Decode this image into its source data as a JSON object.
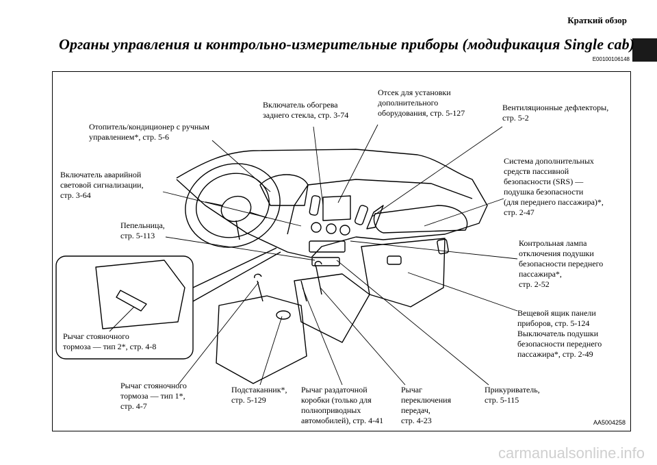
{
  "header": {
    "section": "Краткий обзор"
  },
  "title": "Органы управления и контрольно-измерительные приборы (модификация Single cab)",
  "doc_code": "E00100106148",
  "figure_code": "AA5004258",
  "watermark": "carmanualsonline.info",
  "labels": {
    "heater_manual": "Отопитель/кондиционер с ручным\nуправлением*, стр. 5-6",
    "rear_defog": "Включатель обогрева\nзаднего стекла, стр. 3-74",
    "extra_compartment": "Отсек для установки\nдополнительного\nоборудования, стр. 5-127",
    "vents": "Вентиляционные дефлекторы,\nстр. 5-2",
    "hazard": "Включатель аварийной\nсветовой сигнализации,\nстр. 3-64",
    "srs_passenger": "Система дополнительных\nсредств пассивной\nбезопасности (SRS) —\nподушка безопасности\n(для переднего пассажира)*,\nстр. 2-47",
    "ashtray": "Пепельница,\nстр. 5-113",
    "airbag_off_lamp": "Контрольная лампа\nотключения подушки\nбезопасности переднего\nпассажира*,\nстр. 2-52",
    "glovebox": "Вещевой ящик панели\nприборов, стр. 5-124\nВыключатель подушки\nбезопасности переднего\nпассажира*, стр. 2-49",
    "parking_brake_2": "Рычаг стояночного\nтормоза — тип 2*, стр. 4-8",
    "parking_brake_1": "Рычаг стояночного\nтормоза — тип 1*,\nстр. 4-7",
    "cupholder": "Подстаканник*,\nстр. 5-129",
    "transfer_lever": "Рычаг раздаточной\nкоробки (только для\nполноприводных\nавтомобилей), стр. 4-41",
    "gear_lever": "Рычаг\nпереключения\nпередач,\nстр. 4-23",
    "lighter": "Прикуриватель,\nстр. 5-115"
  }
}
